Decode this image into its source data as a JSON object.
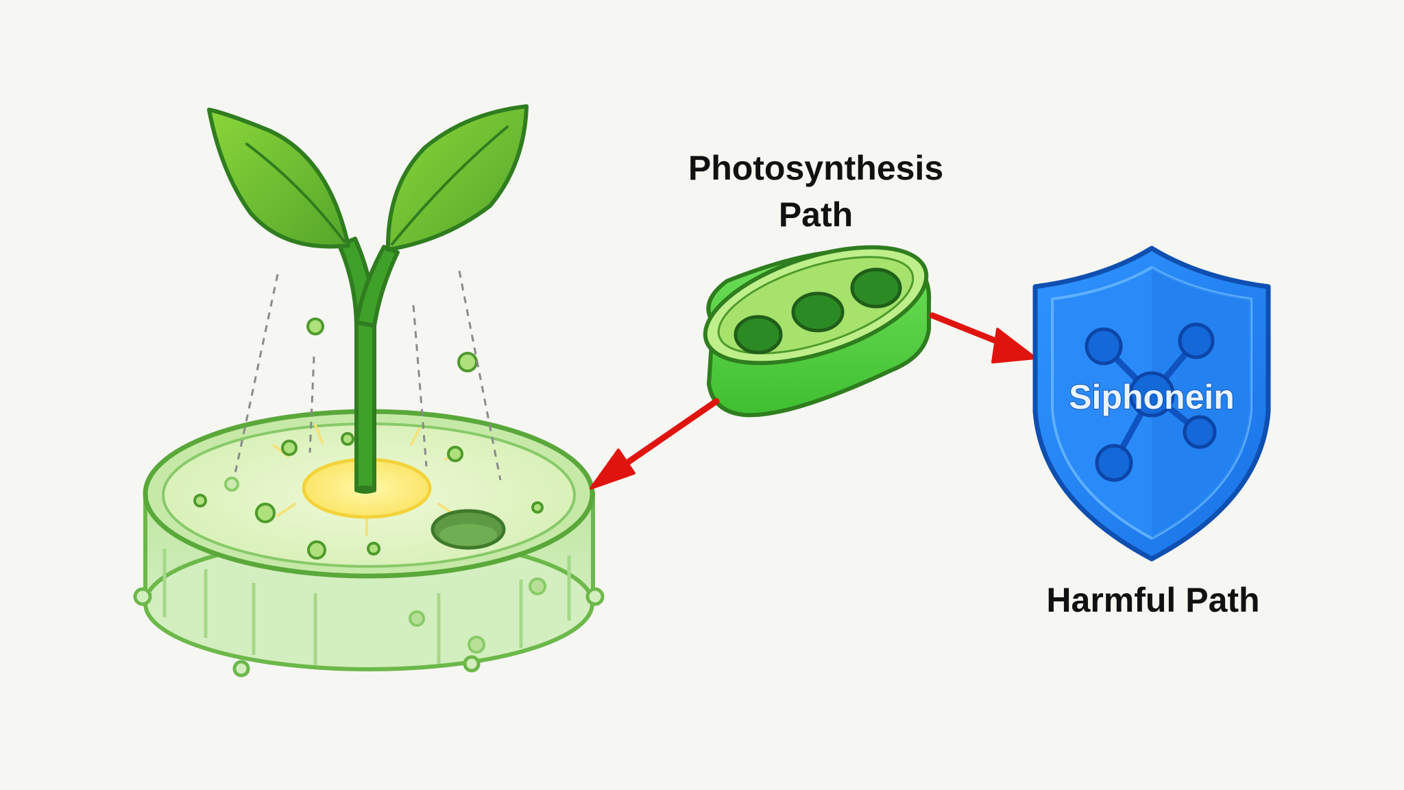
{
  "labels": {
    "photosynthesis_line1": "Photosynthesis",
    "photosynthesis_line2": "Path",
    "shield_text": "Siphonein",
    "harmful_path": "Harmful Path"
  },
  "colors": {
    "background": "#f6f6f3",
    "leaf_green": "#6fbf2a",
    "outline_green": "#2f7d1f",
    "dish_green": "#c9ecb0",
    "chloroplast_green": "#4fcf3c",
    "granum_green": "#2c8a25",
    "arrow_red": "#e0140f",
    "shield_blue": "#1e7ef0",
    "shield_node": "#1468d8",
    "sun_yellow": "#fff07a",
    "dashed_gray": "#8a8a8a"
  },
  "icons": {
    "plant": "seedling-icon",
    "dish": "petri-dish-icon",
    "chloroplast": "chloroplast-icon",
    "shield": "shield-icon",
    "molecule": "molecule-icon"
  }
}
